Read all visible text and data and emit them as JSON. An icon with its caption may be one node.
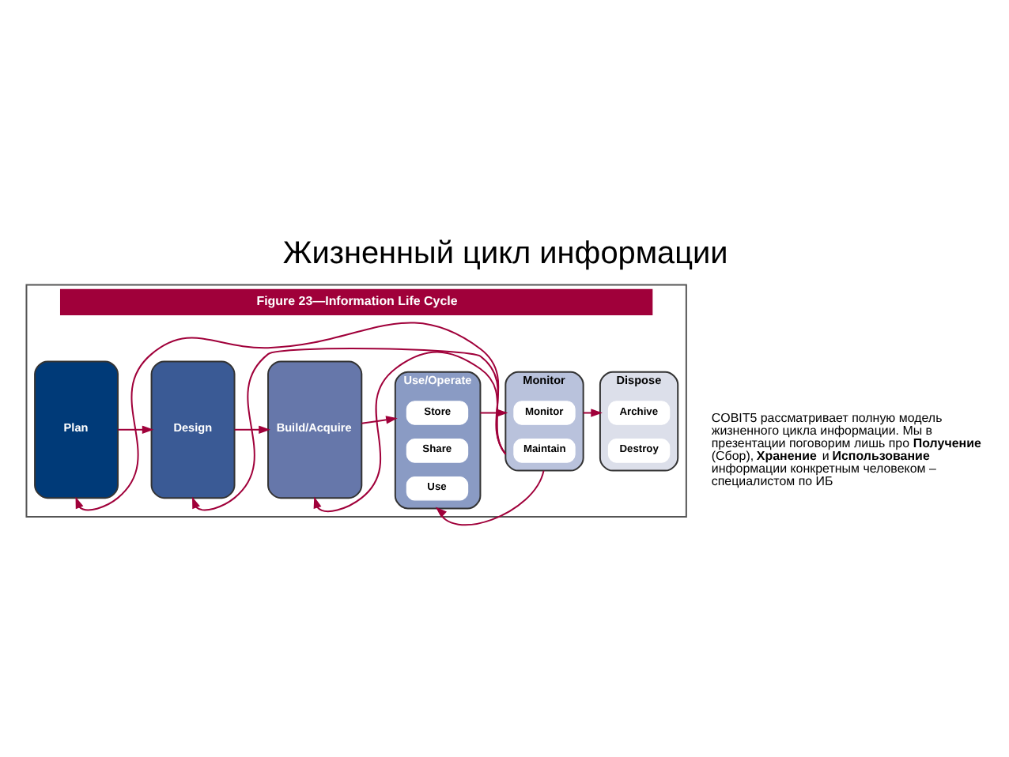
{
  "diagram": {
    "title": "Жизненный цикл информации",
    "nodes": [
      {
        "text": [
          "Figure 23—Information Life Cycle"
        ]
      },
      {
        "text": [
          "Plan"
        ],
        "in": 0
      },
      {
        "text": [
          "Design"
        ],
        "in": 0
      },
      {
        "text": [
          "Build/Acquire"
        ],
        "in": 0
      },
      {
        "text": [
          "Use/Operate"
        ],
        "in": 0
      },
      {
        "text": [
          "Store"
        ],
        "in": 4
      },
      {
        "text": [
          "Share"
        ],
        "in": 4
      },
      {
        "text": [
          "Use"
        ],
        "in": 4
      },
      {
        "text": [
          "Monitor"
        ],
        "in": 0
      },
      {
        "text": [
          "Monitor"
        ],
        "in": 8
      },
      {
        "text": [
          "Maintain"
        ],
        "in": 8
      },
      {
        "text": [
          "Dispose"
        ],
        "in": 0
      },
      {
        "text": [
          "Archive"
        ],
        "in": 11
      },
      {
        "text": [
          "Destroy"
        ],
        "in": 11
      }
    ],
    "edges": [
      {
        "from": 1,
        "to": 2,
        "arrow": "to"
      },
      {
        "from": 2,
        "to": 3,
        "arrow": "to"
      },
      {
        "from": 3,
        "to": 4,
        "arrow": "to"
      },
      {
        "from": 4,
        "to": 8,
        "arrow": "to"
      },
      {
        "from": 8,
        "to": 11,
        "arrow": "to"
      },
      {
        "from": 8,
        "to": 1,
        "arrow": "to"
      },
      {
        "from": 8,
        "to": 2,
        "arrow": "to"
      },
      {
        "from": 8,
        "to": 3,
        "arrow": "to"
      },
      {
        "from": 8,
        "to": 4,
        "arrow": "to"
      }
    ],
    "labels": [
      "COBIT5 рассматривает полную модель жизненного цикла информации. Мы в презентации поговорим лишь про **Получение** (Сбор), **Хранение** и **Использование** информации конкретным человеком – специалистом по ИБ"
    ]
  }
}
